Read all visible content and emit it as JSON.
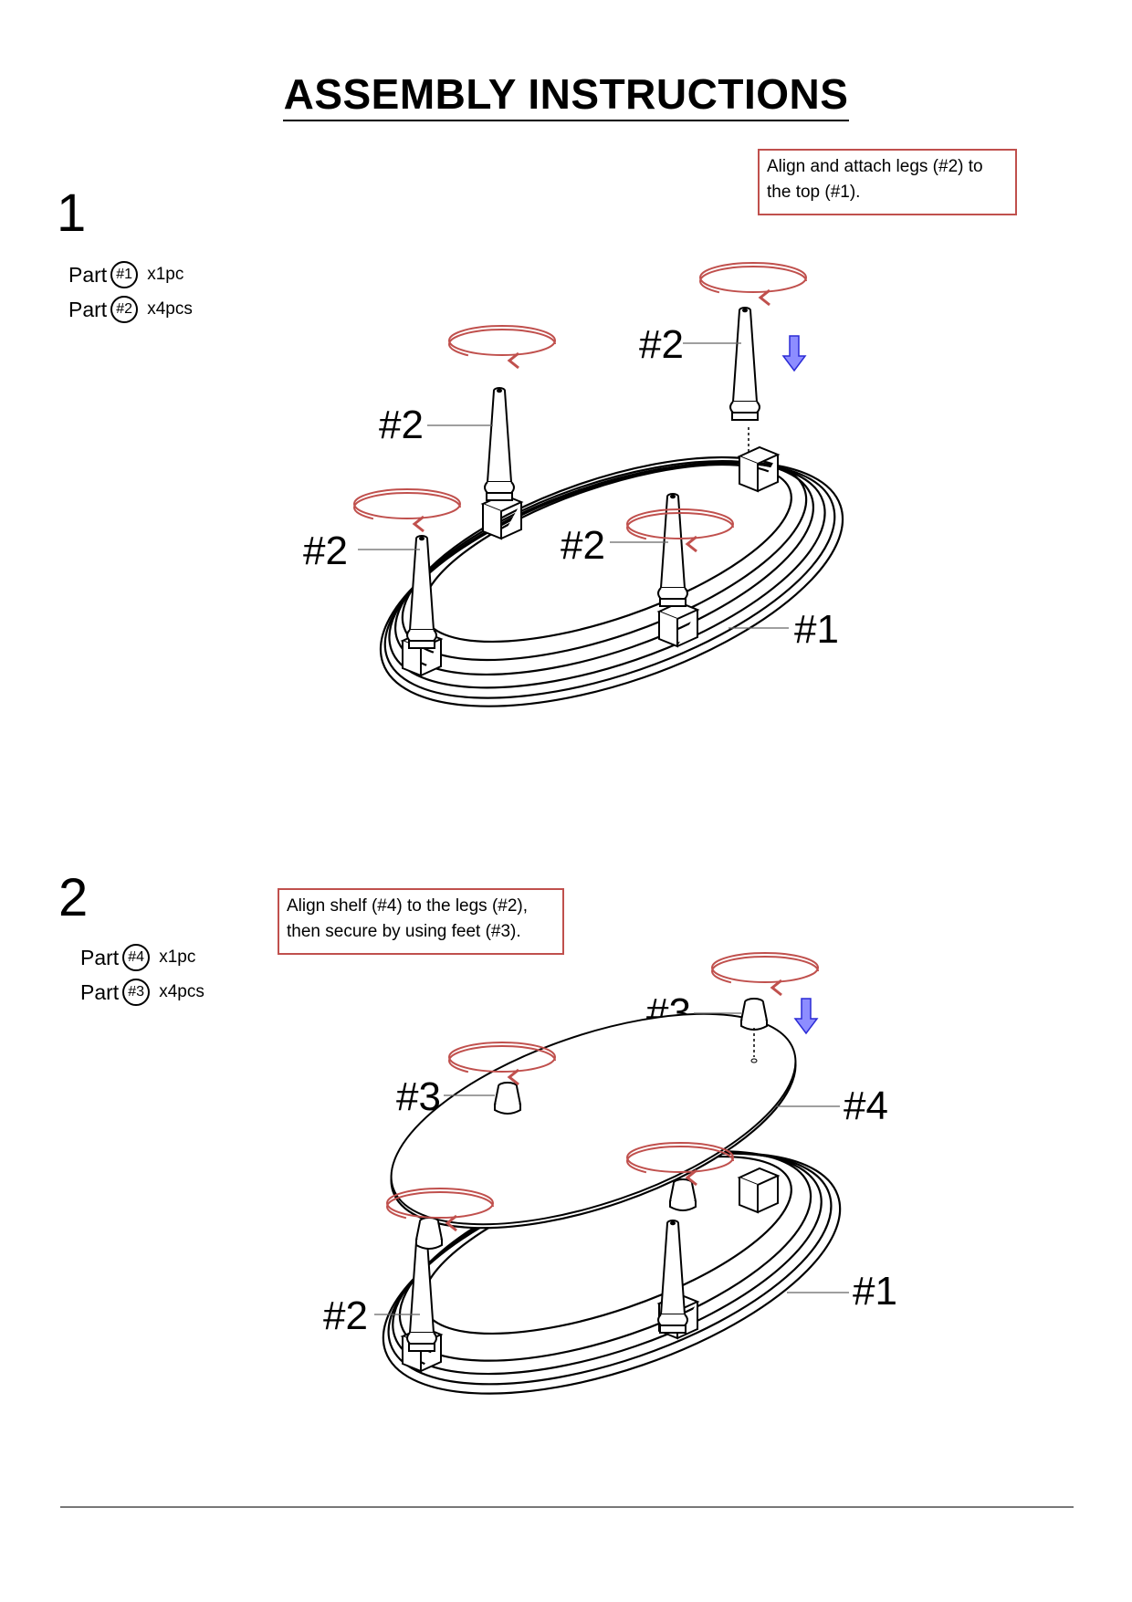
{
  "header": {
    "title": "ASSEMBLY  INSTRUCTIONS"
  },
  "step1": {
    "number": "1",
    "note": "Align and attach legs (#2) to\nthe top (#1).",
    "parts": [
      {
        "label": "Part",
        "id": "#1",
        "qty": "x1pc"
      },
      {
        "label": "Part",
        "id": "#2",
        "qty": "x4pcs"
      }
    ],
    "callouts": {
      "leg_a": "#2",
      "leg_b": "#2",
      "leg_c": "#2",
      "leg_d": "#2",
      "top": "#1"
    }
  },
  "step2": {
    "number": "2",
    "note": "Align shelf (#4) to the legs (#2),\nthen secure by using feet (#3).",
    "parts": [
      {
        "label": "Part",
        "id": "#4",
        "qty": "x1pc"
      },
      {
        "label": "Part",
        "id": "#3",
        "qty": "x4pcs"
      }
    ],
    "callouts": {
      "foot_a": "#3",
      "foot_b": "#3",
      "shelf": "#4",
      "top": "#1",
      "leg": "#2"
    }
  },
  "colors": {
    "note_border": "#c0504d",
    "rotate_arrow": "#c0504d",
    "down_arrow": "#6b6bff"
  },
  "icons": [
    "rotate-arrow-icon",
    "down-arrow-icon"
  ]
}
